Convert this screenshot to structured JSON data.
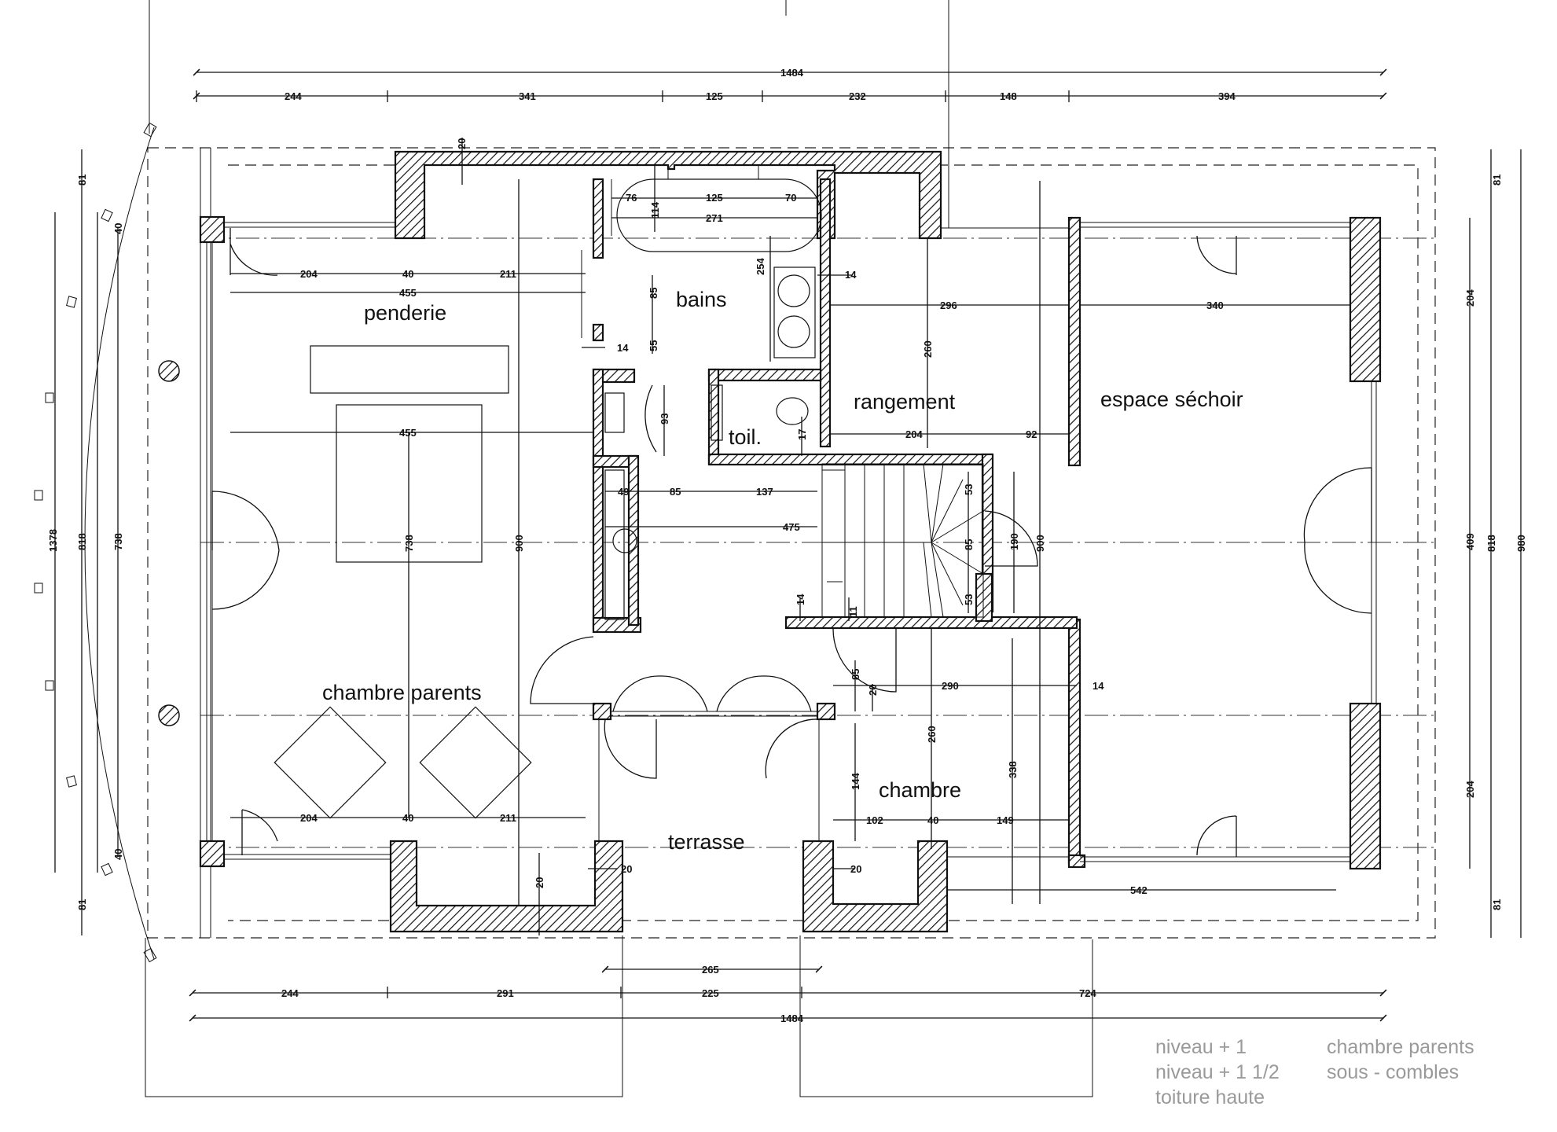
{
  "rooms": {
    "penderie": "penderie",
    "bains": "bains",
    "rangement": "rangement",
    "espace_sechoir": "espace séchoir",
    "toil": "toil.",
    "chambre_parents": "chambre parents",
    "chambre": "chambre",
    "terrasse": "terrasse"
  },
  "dimensions": {
    "top_total": "1484",
    "top_1": "244",
    "top_2": "341",
    "top_3": "125",
    "top_4": "232",
    "top_5": "148",
    "top_6": "394",
    "bottom_total": "1484",
    "bottom_1": "244",
    "bottom_2": "291",
    "bottom_3": "225",
    "bottom_4": "724",
    "bottom_265": "265",
    "left_total": "1378",
    "left_818": "818",
    "left_738": "738",
    "left_81_top": "81",
    "left_81_bot": "81",
    "left_40_top": "40",
    "left_40_bot": "40",
    "right_980": "980",
    "right_818": "818",
    "right_81_top": "81",
    "right_81_bot": "81",
    "right_204_top": "204",
    "right_409": "409",
    "right_204_bot": "204",
    "wall_20_top": "20",
    "bath_76": "76",
    "bath_125": "125",
    "bath_70": "70",
    "bath_271": "271",
    "bath_114": "114",
    "bath_254": "254",
    "bath_14_right": "14",
    "bath_85": "85",
    "bath_55": "55",
    "bath_14_left": "14",
    "pen_204": "204",
    "pen_40": "40",
    "pen_211": "211",
    "pen_455_top": "455",
    "cp_455": "455",
    "cp_738": "738",
    "cp_900": "900",
    "cp_204": "204",
    "cp_40": "40",
    "cp_211": "211",
    "rang_296": "296",
    "rang_260": "260",
    "rang_204": "204",
    "rang_92": "92",
    "sech_340": "340",
    "toil_93": "93",
    "toil_17": "17",
    "hall_49": "49",
    "hall_85": "85",
    "hall_137": "137",
    "hall_475": "475",
    "stair_53_top": "53",
    "stair_85": "85",
    "stair_53_bot": "53",
    "stair_190": "190",
    "stair_900": "900",
    "stair_14": "14",
    "stair_11": "11",
    "ch_85": "85",
    "ch_20": "20",
    "ch_290": "290",
    "ch_14": "14",
    "ch_260": "260",
    "ch_338": "338",
    "ch_144": "144",
    "ch_102": "102",
    "ch_40": "40",
    "ch_149": "149",
    "ter_20_left": "20",
    "ter_20_right": "20",
    "ter_20_wall": "20",
    "sech_542": "542"
  },
  "legend": {
    "line1_left": "niveau + 1",
    "line1_right": "chambre parents",
    "line2_left": "niveau + 1 1/2",
    "line2_right": "sous - combles",
    "line3_left": "toiture haute"
  }
}
